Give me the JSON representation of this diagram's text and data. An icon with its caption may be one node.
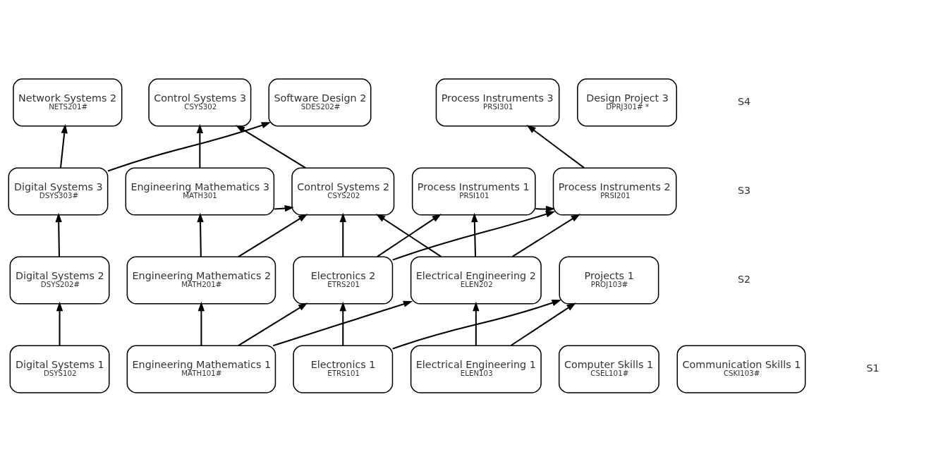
{
  "diagram": {
    "nodes": [
      {
        "text": [
          "Network Systems 2",
          "NETS201#"
        ]
      },
      {
        "text": [
          "Control Systems 3",
          "CSYS302"
        ]
      },
      {
        "text": [
          "Software Design 2",
          "SDES202#"
        ]
      },
      {
        "text": [
          "Process Instruments 3",
          "PRSI301"
        ]
      },
      {
        "text": [
          "Design Project 3",
          "DPRJ301# *"
        ]
      },
      {
        "text": [
          "Digital Systems 3",
          "DSYS303#"
        ]
      },
      {
        "text": [
          "Engineering Mathematics 3",
          "MATH301"
        ]
      },
      {
        "text": [
          "Control Systems 2",
          "CSYS202"
        ]
      },
      {
        "text": [
          "Process Instruments 1",
          "PRSI101"
        ]
      },
      {
        "text": [
          "Process Instruments 2",
          "PRSI201"
        ]
      },
      {
        "text": [
          "Digital Systems 2",
          "DSYS202#"
        ]
      },
      {
        "text": [
          "Engineering Mathematics 2",
          "MATH201#"
        ]
      },
      {
        "text": [
          "Electronics 2",
          "ETRS201"
        ]
      },
      {
        "text": [
          "Electrical Engineering 2",
          "ELEN202"
        ]
      },
      {
        "text": [
          "Projects 1",
          "PROJ103#"
        ]
      },
      {
        "text": [
          "Digital Systems 1",
          "DSYS102"
        ]
      },
      {
        "text": [
          "Engineering Mathematics 1",
          "MATH101#"
        ]
      },
      {
        "text": [
          "Electronics 1",
          "ETRS101"
        ]
      },
      {
        "text": [
          "Electrical Engineering 1",
          "ELEN103"
        ]
      },
      {
        "text": [
          "Computer Skills 1",
          "CSEL101#"
        ]
      },
      {
        "text": [
          "Communication Skills 1",
          "CSKI103#"
        ]
      }
    ],
    "edges": [
      {
        "from": 5,
        "to": 0,
        "arrow": "to"
      },
      {
        "from": 5,
        "to": 2,
        "arrow": "to"
      },
      {
        "from": 6,
        "to": 1,
        "arrow": "to"
      },
      {
        "from": 7,
        "to": 1,
        "arrow": "to"
      },
      {
        "from": 9,
        "to": 3,
        "arrow": "to"
      },
      {
        "from": 6,
        "to": 7,
        "arrow": "to"
      },
      {
        "from": 8,
        "to": 9,
        "arrow": "to"
      },
      {
        "from": 10,
        "to": 5,
        "arrow": "to"
      },
      {
        "from": 11,
        "to": 6,
        "arrow": "to"
      },
      {
        "from": 11,
        "to": 7,
        "arrow": "to"
      },
      {
        "from": 12,
        "to": 7,
        "arrow": "to"
      },
      {
        "from": 12,
        "to": 8,
        "arrow": "to"
      },
      {
        "from": 12,
        "to": 9,
        "arrow": "to"
      },
      {
        "from": 13,
        "to": 7,
        "arrow": "to"
      },
      {
        "from": 13,
        "to": 8,
        "arrow": "to"
      },
      {
        "from": 13,
        "to": 9,
        "arrow": "to"
      },
      {
        "from": 15,
        "to": 10,
        "arrow": "to"
      },
      {
        "from": 16,
        "to": 11,
        "arrow": "to"
      },
      {
        "from": 16,
        "to": 12,
        "arrow": "to"
      },
      {
        "from": 16,
        "to": 13,
        "arrow": "to"
      },
      {
        "from": 17,
        "to": 12,
        "arrow": "to"
      },
      {
        "from": 17,
        "to": 14,
        "arrow": "to"
      },
      {
        "from": 18,
        "to": 13,
        "arrow": "to"
      },
      {
        "from": 18,
        "to": 14,
        "arrow": "to"
      }
    ],
    "labels": [
      "S4",
      "S3",
      "S2",
      "S1"
    ]
  }
}
